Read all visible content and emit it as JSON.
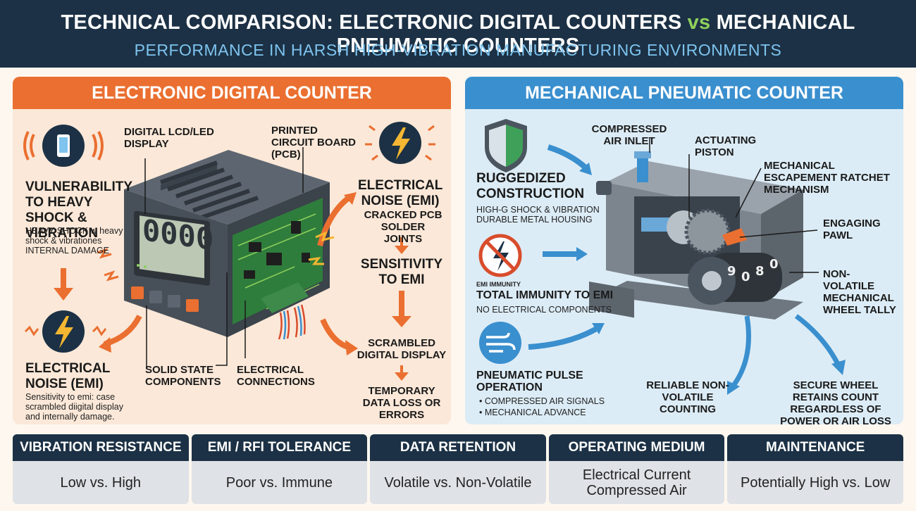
{
  "header": {
    "title_left": "TECHNICAL COMPARISON: ELECTRONIC DIGITAL COUNTERS",
    "title_vs": "vs",
    "title_right": "MECHANICAL PNEUMATIC COUNTERS",
    "subtitle": "PERFORMANCE IN HARSH HIGH-VIBRATION MANUFACTURING ENVIRONMENTS"
  },
  "left_panel": {
    "title": "ELECTRONIC DIGITAL COUNTER",
    "display_reading": "0000",
    "vulnerability_title": "VULNERABILITY TO HEAVY SHOCK & VIBRATION",
    "vulnerability_note": "HEAVY SHOCK w heavy shock & vibrationes INTERNAL DAMAGE",
    "noise_left_title": "ELECTRICAL NOISE (EMI)",
    "noise_left_note": "Sensitivity to emi: case scrambled diigital display and internally damage.",
    "label_display": "DIGITAL LCD/LED DISPLAY",
    "label_pcb": "PRINTED CIRCUIT BOARD (PCB)",
    "label_solid_state": "SOLID STATE COMPONENTS",
    "label_connections": "ELECTRICAL CONNECTIONS",
    "noise_right_title": "ELECTRICAL NOISE (EMI)",
    "cracked": "CRACKED PCB SOLDER JOINTS",
    "sensitivity": "SENSITIVITY TO EMI",
    "scrambled": "SCRAMBLED DIGITAL DISPLAY",
    "data_loss": "TEMPORARY DATA LOSS OR ERRORS"
  },
  "right_panel": {
    "title": "MECHANICAL PNEUMATIC COUNTER",
    "rugged_title": "RUGGEDIZED CONSTRUCTION",
    "rugged_note": "HIGH-G SHOCK & VIBRATION DURABLE METAL HOUSING",
    "emi_icon_caption": "EMI IMMUNITY",
    "immunity_title": "TOTAL IMMUNITY TO EMI",
    "immunity_note": "NO ELECTRICAL COMPONENTS",
    "pulse_title": "PNEUMATIC PULSE OPERATION",
    "pulse_items": [
      "• COMPRESSED AIR SIGNALS",
      "• MECHANICAL ADVANCE"
    ],
    "label_air_inlet": "COMPRESSED AIR INLET",
    "label_piston": "ACTUATING PISTON",
    "label_escapement": "MECHANICAL ESCAPEMENT RATCHET MECHANISM",
    "label_pawl": "ENGAGING PAWL",
    "label_nonvolatile": "NON-VOLATILE MECHANICAL WHEEL TALLY",
    "label_reliable": "RELIABLE NON-VOLATILE COUNTING",
    "label_secure": "SECURE WHEEL RETAINS COUNT REGARDLESS OF POWER OR AIR LOSS"
  },
  "comparison": [
    {
      "header": "VIBRATION RESISTANCE",
      "value": "Low vs. High"
    },
    {
      "header": "EMI / RFI TOLERANCE",
      "value": "Poor vs. Immune"
    },
    {
      "header": "DATA RETENTION",
      "value": "Volatile vs. Non-Volatile"
    },
    {
      "header": "OPERATING MEDIUM",
      "value": "Electrical Current Compressed Air"
    },
    {
      "header": "MAINTENANCE",
      "value": "Potentially High vs. Low"
    }
  ],
  "colors": {
    "header_bg": "#1c3145",
    "electronic_accent": "#ea6f30",
    "mechanical_accent": "#3a8fce",
    "vs_green": "#8fd15c"
  },
  "icons": [
    "phone-vibration-icon",
    "lightning-bolt-icon",
    "shield-icon",
    "no-emi-icon",
    "air-pulse-icon"
  ]
}
